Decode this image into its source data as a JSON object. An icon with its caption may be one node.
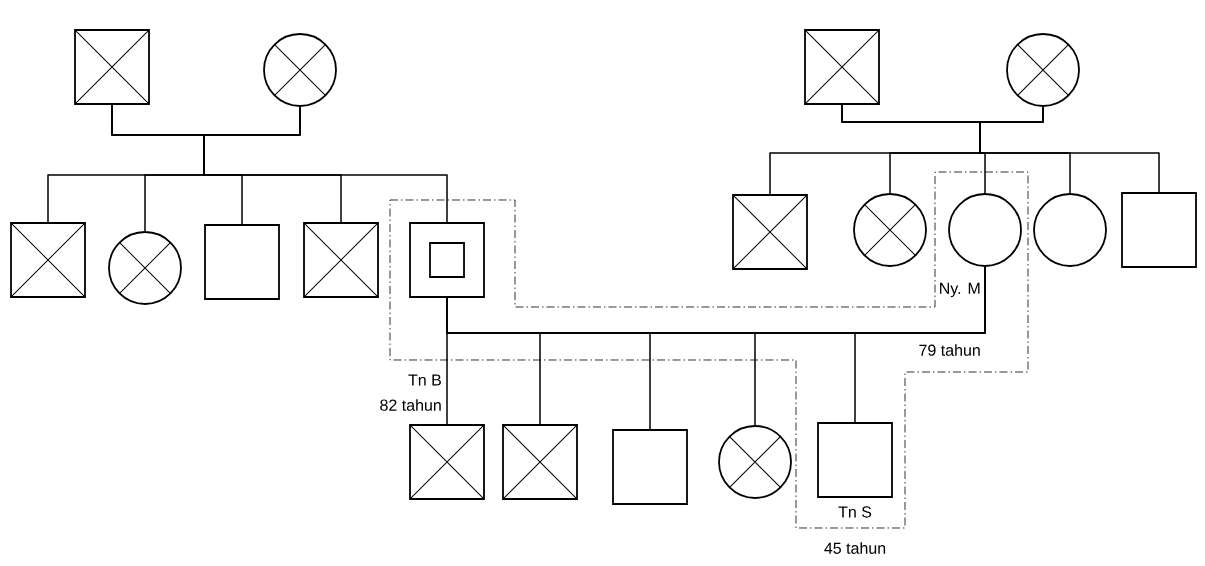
{
  "diagram": {
    "nodes": [
      {
        "text": [],
        "shape": "crossbox"
      },
      {
        "text": [],
        "shape": "crosscircle"
      },
      {
        "text": [],
        "shape": "crossbox"
      },
      {
        "text": [],
        "shape": "crosscircle"
      },
      {
        "text": [],
        "shape": "box"
      },
      {
        "text": [],
        "shape": "crossbox"
      },
      {
        "text": [],
        "shape": "doublebox",
        "beside": [
          "Tn B",
          "82 tahun"
        ]
      },
      {
        "text": [],
        "shape": "crossbox"
      },
      {
        "text": [],
        "shape": "crosscircle"
      },
      {
        "text": [],
        "shape": "crossbox"
      },
      {
        "text": [],
        "shape": "crosscircle"
      },
      {
        "text": [],
        "shape": "circle",
        "beside": [
          "Ny. M",
          "79 tahun"
        ]
      },
      {
        "text": [],
        "shape": "circle"
      },
      {
        "text": [],
        "shape": "box"
      },
      {
        "text": [],
        "shape": "crossbox"
      },
      {
        "text": [],
        "shape": "crossbox"
      },
      {
        "text": [],
        "shape": "box"
      },
      {
        "text": [],
        "shape": "crosscircle"
      },
      {
        "text": [],
        "shape": "box",
        "beside": [
          "Tn S",
          "45 tahun"
        ]
      }
    ],
    "edges": [
      {
        "from": 0,
        "to": 1,
        "arrow": "none"
      },
      {
        "from": 0,
        "to": 2,
        "arrow": "none"
      },
      {
        "from": 0,
        "to": 3,
        "arrow": "none"
      },
      {
        "from": 0,
        "to": 4,
        "arrow": "none"
      },
      {
        "from": 0,
        "to": 5,
        "arrow": "none"
      },
      {
        "from": 0,
        "to": 6,
        "arrow": "none"
      },
      {
        "from": 1,
        "to": 2,
        "arrow": "none"
      },
      {
        "from": 1,
        "to": 3,
        "arrow": "none"
      },
      {
        "from": 1,
        "to": 4,
        "arrow": "none"
      },
      {
        "from": 1,
        "to": 5,
        "arrow": "none"
      },
      {
        "from": 1,
        "to": 6,
        "arrow": "none"
      },
      {
        "from": 7,
        "to": 8,
        "arrow": "none"
      },
      {
        "from": 7,
        "to": 9,
        "arrow": "none"
      },
      {
        "from": 7,
        "to": 10,
        "arrow": "none"
      },
      {
        "from": 7,
        "to": 11,
        "arrow": "none"
      },
      {
        "from": 7,
        "to": 12,
        "arrow": "none"
      },
      {
        "from": 7,
        "to": 13,
        "arrow": "none"
      },
      {
        "from": 8,
        "to": 9,
        "arrow": "none"
      },
      {
        "from": 8,
        "to": 10,
        "arrow": "none"
      },
      {
        "from": 8,
        "to": 11,
        "arrow": "none"
      },
      {
        "from": 8,
        "to": 12,
        "arrow": "none"
      },
      {
        "from": 8,
        "to": 13,
        "arrow": "none"
      },
      {
        "from": 6,
        "to": 11,
        "arrow": "none"
      },
      {
        "from": 6,
        "to": 14,
        "arrow": "none"
      },
      {
        "from": 6,
        "to": 15,
        "arrow": "none"
      },
      {
        "from": 6,
        "to": 16,
        "arrow": "none"
      },
      {
        "from": 6,
        "to": 17,
        "arrow": "none"
      },
      {
        "from": 6,
        "to": 18,
        "arrow": "none"
      },
      {
        "from": 11,
        "to": 14,
        "arrow": "none"
      },
      {
        "from": 11,
        "to": 15,
        "arrow": "none"
      },
      {
        "from": 11,
        "to": 16,
        "arrow": "none"
      },
      {
        "from": 11,
        "to": 17,
        "arrow": "none"
      },
      {
        "from": 11,
        "to": 18,
        "arrow": "none"
      }
    ]
  }
}
